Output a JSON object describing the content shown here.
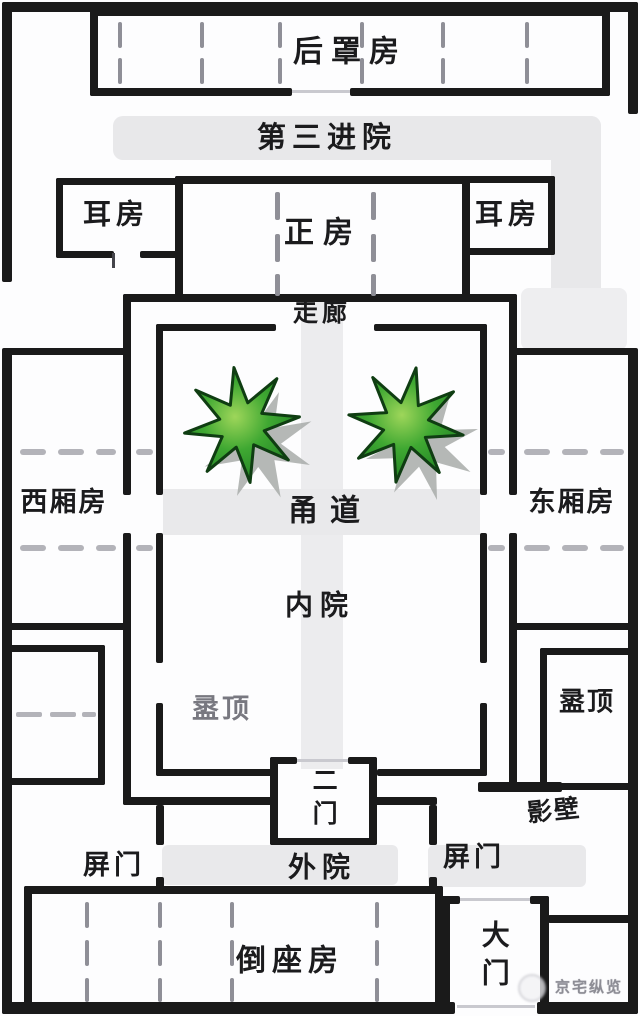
{
  "diagram": {
    "type": "floor-plan",
    "subject": "siheyuan-courtyard-house",
    "rooms": {
      "rear_hall": "后罩房",
      "third_courtyard": "第三进院",
      "ear_room_left": "耳房",
      "ear_room_right": "耳房",
      "main_hall": "正房",
      "corridor": "走廊",
      "west_wing": "西厢房",
      "east_wing": "东厢房",
      "central_path": "甬道",
      "inner_courtyard": "内院",
      "flat_roof_left": "盝顶",
      "flat_roof_right": "盝顶",
      "second_gate": "二门",
      "screen_wall": "影壁",
      "screen_gate_left": "屏门",
      "screen_gate_right": "屏门",
      "outer_courtyard": "外院",
      "reversed_rooms": "倒座房",
      "main_gate": "大门"
    },
    "trees": {
      "count": 2,
      "description": "two green star-leaf trees in inner courtyard"
    },
    "colors": {
      "wall": "#1a1a1a",
      "band": "#e8e8ea",
      "leaf_light": "#9ed65a",
      "leaf_dark": "#1d7c22",
      "leaf_outline": "#0f3d12",
      "shadow": "#a8aca9",
      "dash_dark": "#8f8f97",
      "dash_light": "#b3b3b9"
    }
  },
  "watermark": {
    "text": "京宅纵览"
  }
}
